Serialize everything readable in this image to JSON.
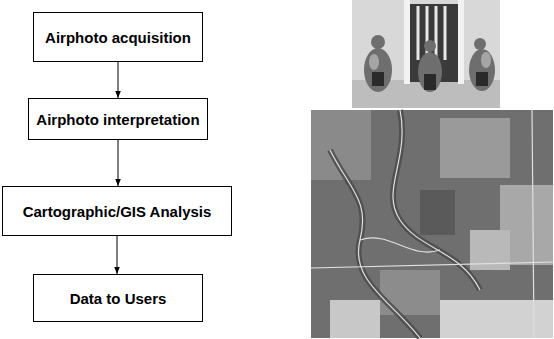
{
  "diagram": {
    "nodes": [
      {
        "text": [
          "Airphoto acquisition"
        ]
      },
      {
        "text": [
          "Airphoto interpretation"
        ]
      },
      {
        "text": [
          "Cartographic/GIS Analysis"
        ]
      },
      {
        "text": [
          "Data to Users"
        ]
      }
    ],
    "edges": [
      {
        "from": 0,
        "to": 1,
        "arrow": "to"
      },
      {
        "from": 1,
        "to": 2,
        "arrow": "to"
      },
      {
        "from": 2,
        "to": 3,
        "arrow": "to"
      }
    ]
  }
}
